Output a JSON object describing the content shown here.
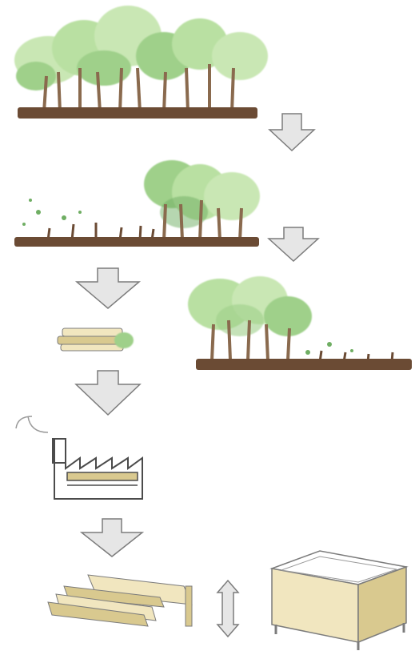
{
  "diagram": {
    "steps": [
      {
        "id": "mature-forest",
        "icon": "forest-icon"
      },
      {
        "id": "selective-logging",
        "icon": "partially-cut-forest-icon"
      },
      {
        "id": "regrowing-forest",
        "icon": "regrowing-forest-icon"
      },
      {
        "id": "harvested-logs",
        "icon": "log-pile-icon"
      },
      {
        "id": "sawmill-factory",
        "icon": "factory-icon"
      },
      {
        "id": "sawn-lumber",
        "icon": "lumber-boards-icon"
      },
      {
        "id": "wooden-furniture",
        "icon": "wooden-bed-frame-icon"
      }
    ],
    "arrows": [
      {
        "direction": "down",
        "icon": "down-arrow-icon"
      },
      {
        "direction": "down",
        "icon": "down-arrow-icon"
      },
      {
        "direction": "down",
        "icon": "down-arrow-icon"
      },
      {
        "direction": "down",
        "icon": "down-arrow-icon"
      },
      {
        "direction": "down",
        "icon": "down-arrow-icon"
      },
      {
        "direction": "up-down",
        "icon": "double-arrow-icon"
      }
    ],
    "colors": {
      "foliage_light": "#c9e7b4",
      "foliage_mid": "#9fd08a",
      "foliage_dark": "#6fae63",
      "trunk": "#8a6a4e",
      "ground": "#6b4b34",
      "wood_light": "#f1e6bf",
      "wood_mid": "#d9c98f",
      "arrow_fill": "#e6e6e6",
      "arrow_stroke": "#7c7c7c",
      "ink": "#4b4b4b"
    }
  }
}
